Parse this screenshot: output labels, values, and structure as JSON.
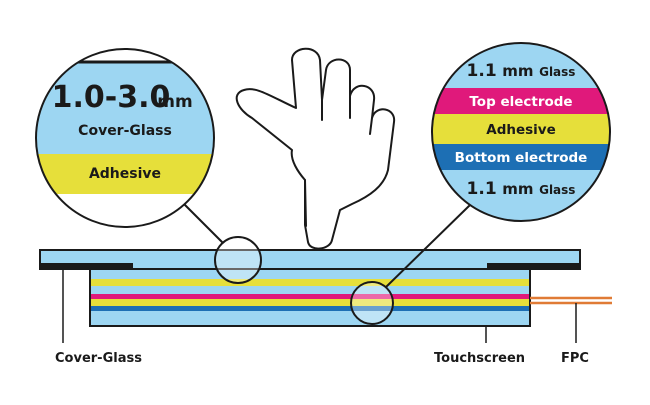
{
  "colors": {
    "glass": "#9dd6f2",
    "adhesive": "#e6df3a",
    "top_electrode": "#e0197b",
    "bottom_electrode": "#1d6fb4",
    "fpc": "#e07b35",
    "outline": "#1a1a1a"
  },
  "left_callout": {
    "thickness_value": "1.0-3.0",
    "thickness_unit": "mm",
    "glass_name": "Cover-Glass",
    "adhesive": "Adhesive"
  },
  "right_callout": {
    "top_glass_value": "1.1",
    "top_glass_unit": "mm",
    "top_glass_name": "Glass",
    "top_electrode": "Top electrode",
    "adhesive": "Adhesive",
    "bottom_electrode": "Bottom electrode",
    "bottom_glass_value": "1.1",
    "bottom_glass_unit": "mm",
    "bottom_glass_name": "Glass"
  },
  "labels": {
    "cover_glass": "Cover-Glass",
    "touchscreen": "Touchscreen",
    "fpc": "FPC"
  },
  "icons": [
    "pointing-hand-icon"
  ]
}
